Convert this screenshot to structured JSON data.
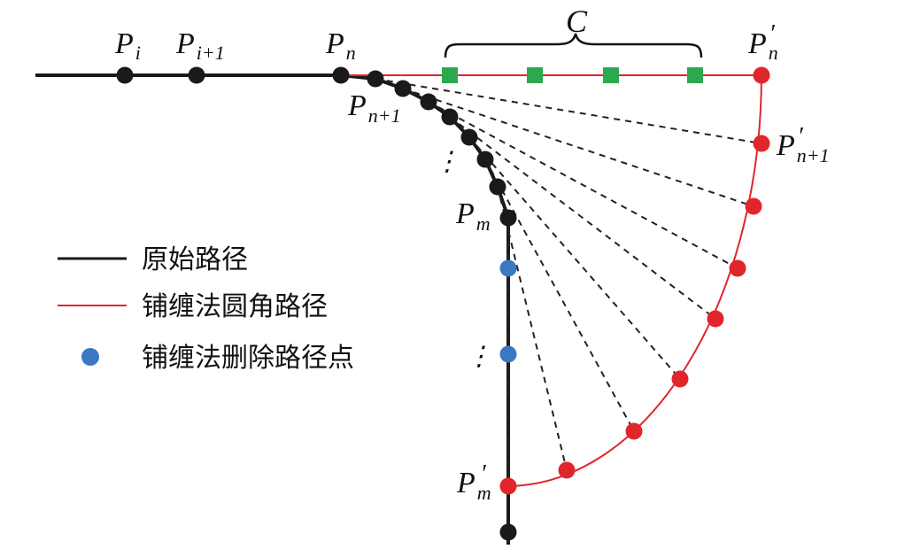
{
  "colors": {
    "original_path": "#1a1a1a",
    "rounded_path": "#e0262a",
    "deleted_point": "#3a78c2",
    "marker": "#2ea84f",
    "dashed": "#222222"
  },
  "labels": {
    "p_i": {
      "base": "P",
      "sub": "i"
    },
    "p_i1": {
      "base": "P",
      "sub": "i+1"
    },
    "p_n": {
      "base": "P",
      "sub": "n"
    },
    "p_n1": {
      "base": "P",
      "sub": "n+1"
    },
    "p_m": {
      "base": "P",
      "sub": "m"
    },
    "p_n_prime": {
      "base": "P",
      "sub": "n",
      "prime": "′"
    },
    "p_n1_prime": {
      "base": "P",
      "sub": "n+1",
      "prime": "′"
    },
    "p_m_prime": {
      "base": "P",
      "sub": "m",
      "prime": "′"
    },
    "c": "C",
    "ellipsis": "⋮"
  },
  "legend": [
    {
      "key": "original",
      "text": "原始路径",
      "symbol": "line",
      "icon": "black-line-icon"
    },
    {
      "key": "rounded",
      "text": "铺缠法圆角路径",
      "symbol": "line",
      "icon": "red-line-icon"
    },
    {
      "key": "deleted",
      "text": "铺缠法删除路径点",
      "symbol": "dot",
      "icon": "blue-dot-icon"
    }
  ]
}
